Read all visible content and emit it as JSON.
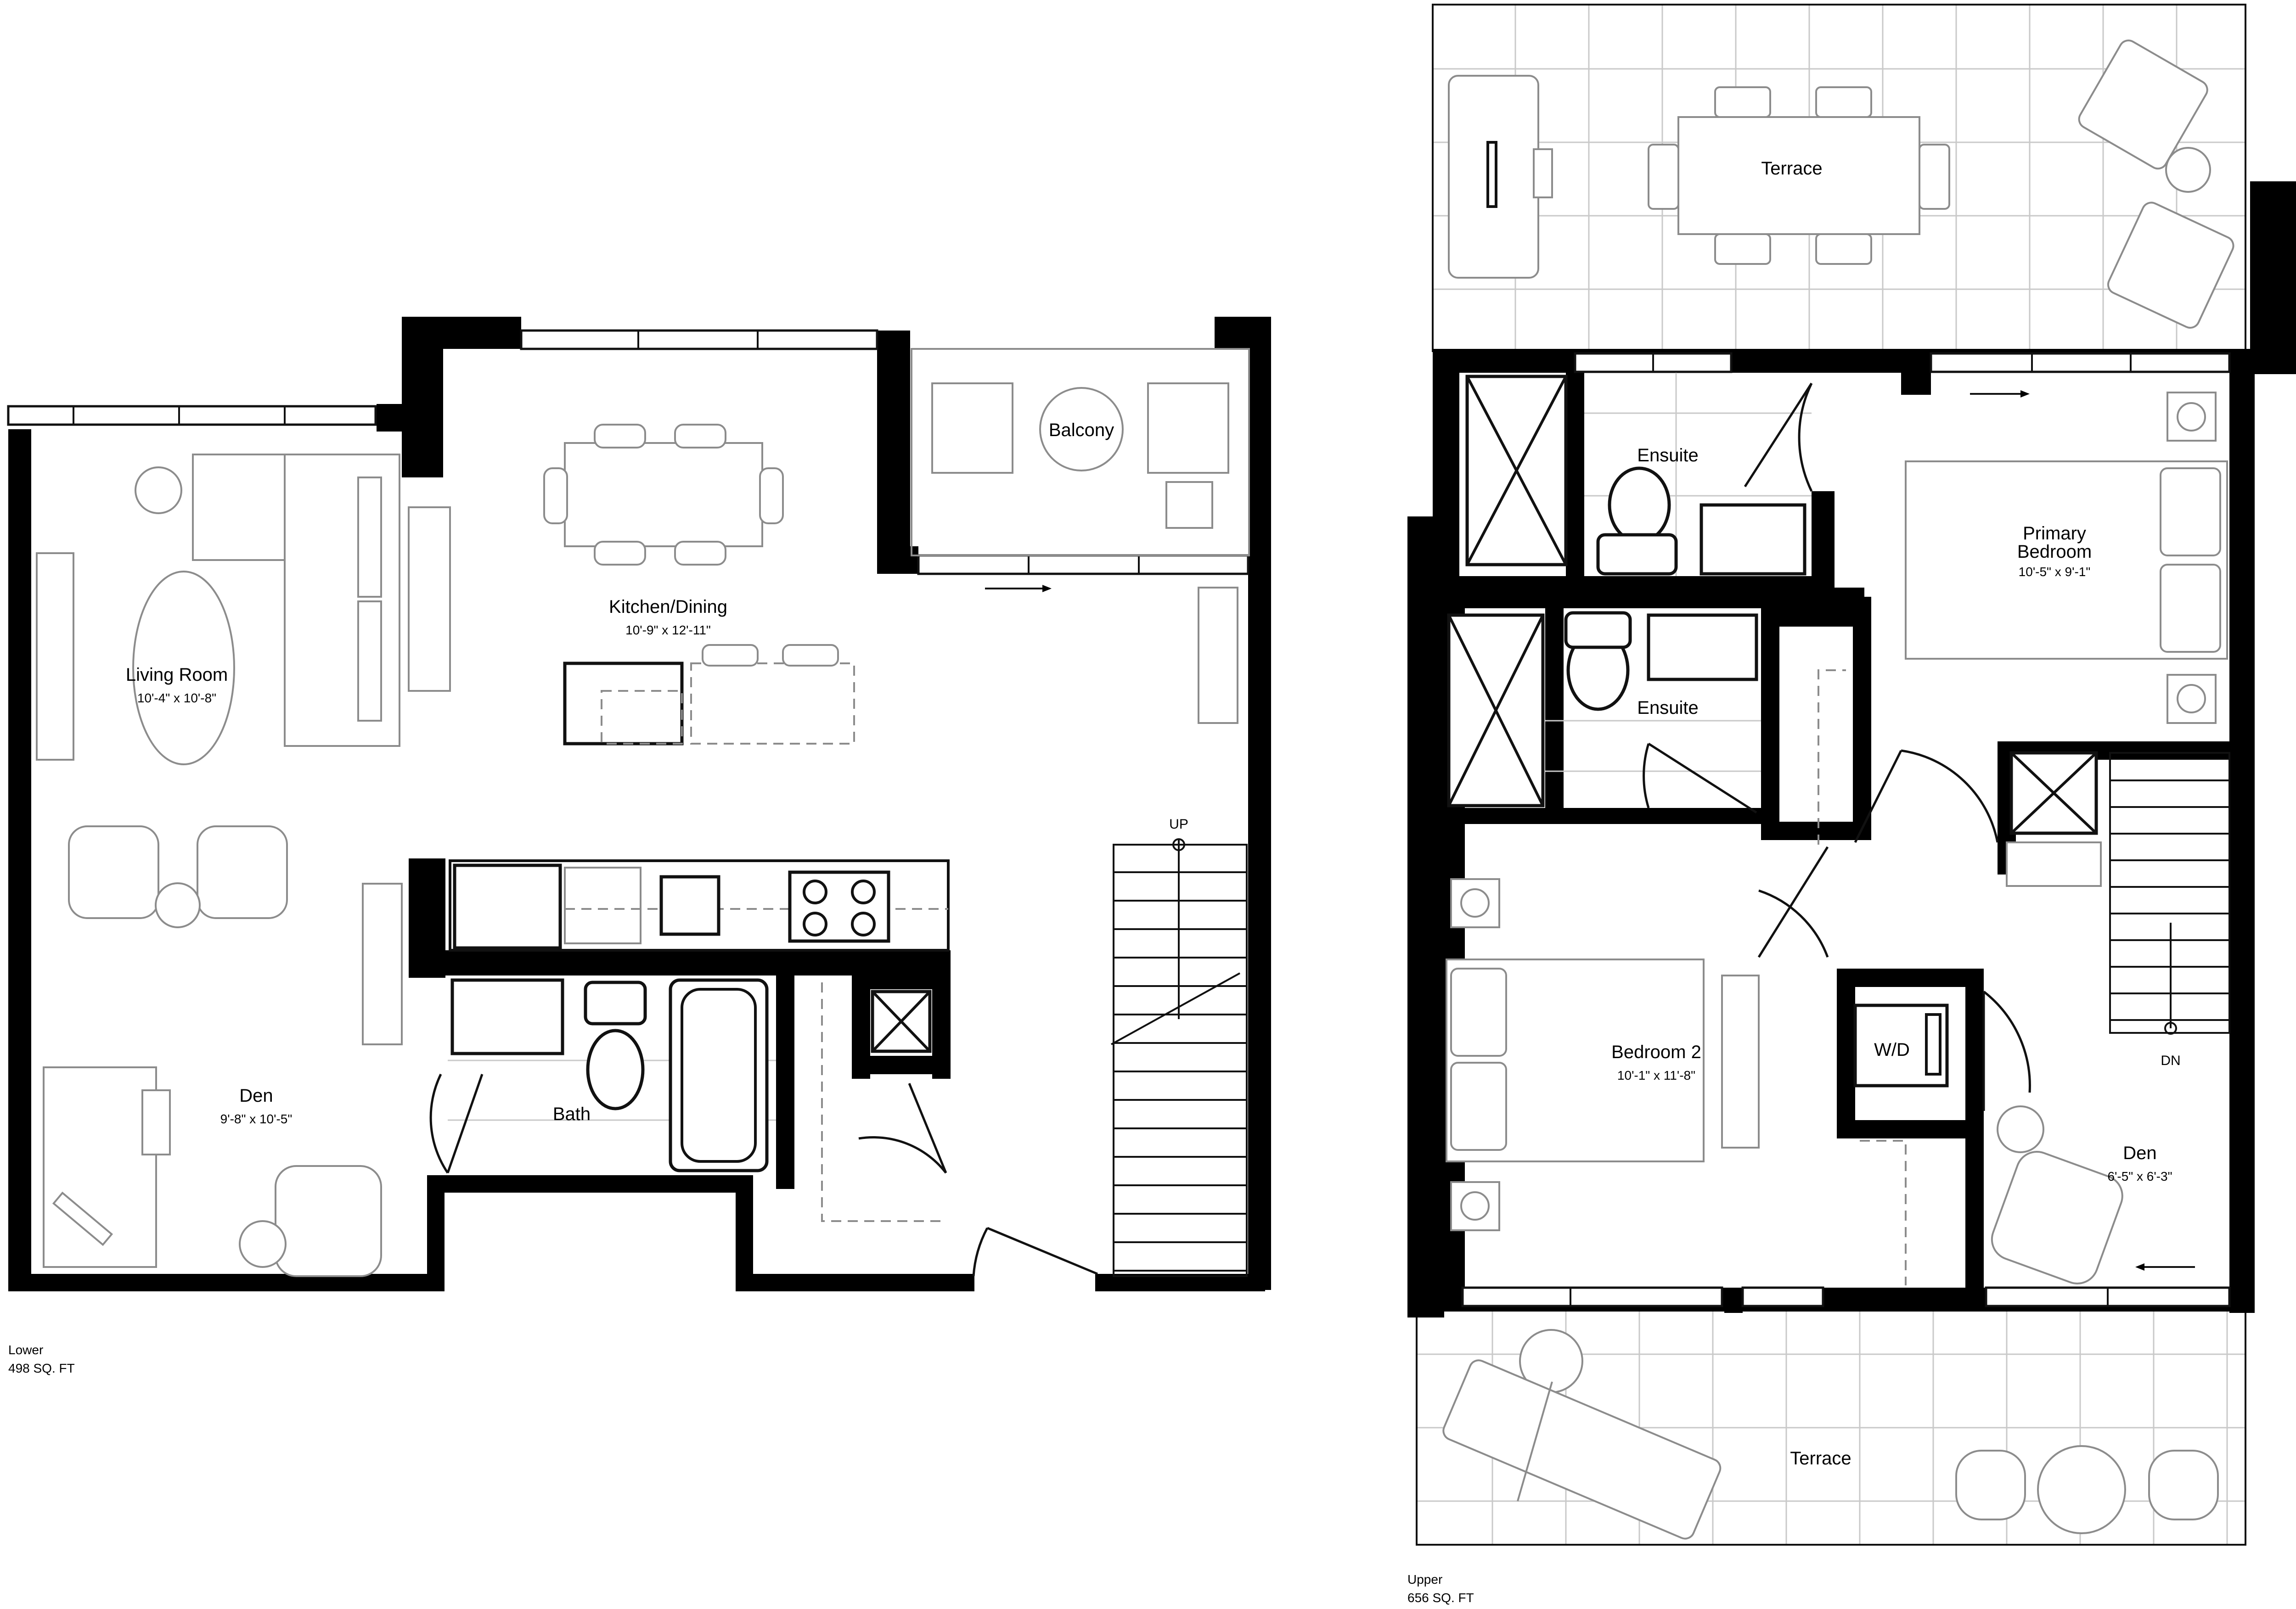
{
  "lower": {
    "level_name": "Lower",
    "area": "498 SQ. FT",
    "rooms": {
      "living": {
        "name": "Living Room",
        "dims": "10'-4\" x 10'-8\""
      },
      "kitchen": {
        "name": "Kitchen/Dining",
        "dims": "10'-9\" x 12'-11\""
      },
      "balcony": {
        "name": "Balcony"
      },
      "den": {
        "name": "Den",
        "dims": "9'-8\" x 10'-5\""
      },
      "bath": {
        "name": "Bath"
      }
    },
    "stair_label": "UP"
  },
  "upper": {
    "level_name": "Upper",
    "area": "656 SQ. FT",
    "rooms": {
      "terrace_top": {
        "name": "Terrace"
      },
      "ensuite_1": {
        "name": "Ensuite"
      },
      "primary": {
        "name_line1": "Primary",
        "name_line2": "Bedroom",
        "dims": "10'-5\" x 9'-1\""
      },
      "ensuite_2": {
        "name": "Ensuite"
      },
      "bedroom2": {
        "name": "Bedroom 2",
        "dims": "10'-1\" x 11'-8\""
      },
      "wd": {
        "name": "W/D"
      },
      "den": {
        "name": "Den",
        "dims": "6'-5\" x 6'-3\""
      },
      "terrace_bottom": {
        "name": "Terrace"
      }
    },
    "stair_label": "DN"
  }
}
